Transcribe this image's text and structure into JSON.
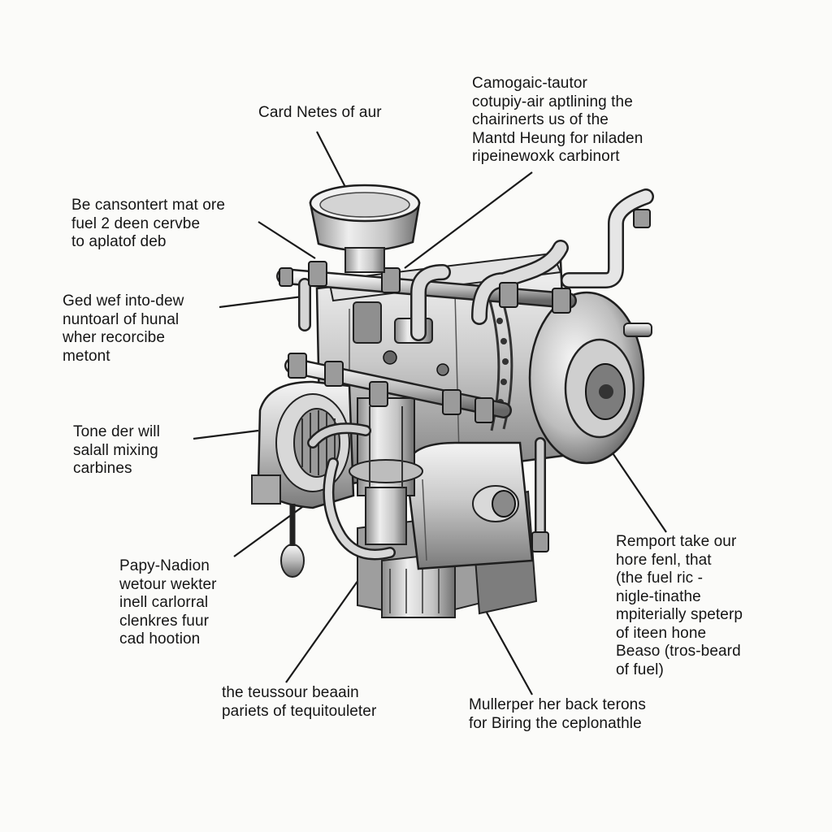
{
  "callouts": {
    "top_right": {
      "lines": [
        "Camogaic-tautor",
        "cotupiy-air aptlining the",
        "chairinerts us of the",
        "Mantd Heung for niladen",
        "ripeinewoxk carbinort"
      ]
    },
    "top_center": {
      "lines": [
        "Card Netes of aur"
      ]
    },
    "left_upper": {
      "lines": [
        "Be cansontert mat ore",
        "fuel 2 deen cervbe",
        "to aplatof deb"
      ]
    },
    "left_middle": {
      "lines": [
        "Ged wef into-dew",
        "nuntoarl of hunal",
        "wher recorcibe",
        "metont"
      ]
    },
    "left_lower": {
      "lines": [
        "Tone der will",
        "salall mixing",
        "carbines"
      ]
    },
    "bottom_left": {
      "lines": [
        "Papy-Nadion",
        "wetour wekter",
        "inell carlorral",
        "clenkres fuur",
        "cad hootion"
      ]
    },
    "bottom_center": {
      "lines": [
        "the teussour beaain",
        "pariets of tequitouleter"
      ]
    },
    "right_lower": {
      "lines": [
        "Remport take our",
        "hore fenl, that",
        "(the fuel ric -",
        "nigle-tinathe",
        "mpiterially speterp",
        "of iteen hone",
        "Beaso (tros-beard",
        "of fuel)"
      ]
    },
    "bottom_right": {
      "lines": [
        "Mullerper her back terons",
        "for Biring the ceplonathle"
      ]
    }
  },
  "colors": {
    "background": "#fbfbf9",
    "ink": "#151515",
    "metal_light": "#eeeeee",
    "metal_mid": "#b9b9b9",
    "metal_dark": "#555555"
  },
  "icons": {
    "diagram": "carburetor-engine-illustration"
  }
}
